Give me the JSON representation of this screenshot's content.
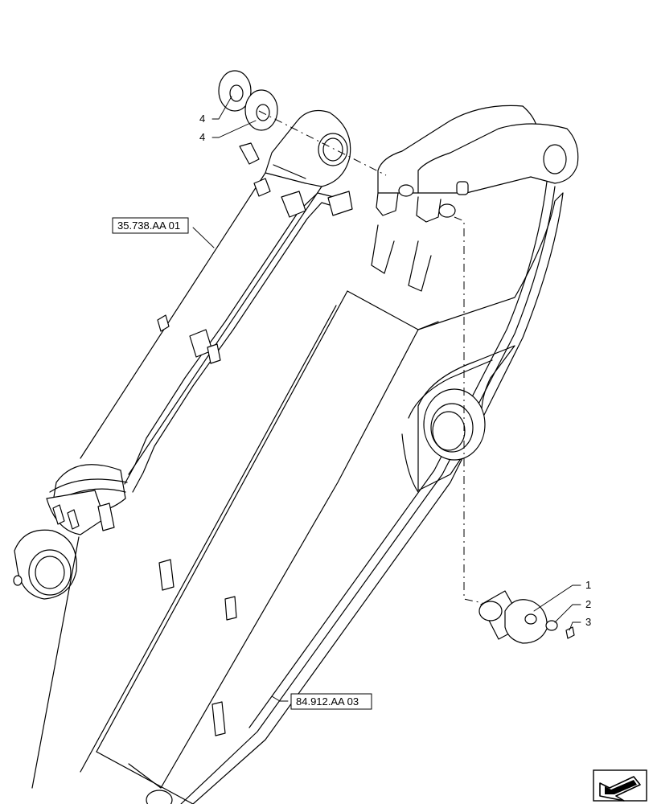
{
  "callouts": {
    "c1": "1",
    "c2": "2",
    "c3": "3",
    "c4a": "4",
    "c4b": "4"
  },
  "references": {
    "cylinder": "35.738.AA 01",
    "boom": "84.912.AA 03"
  },
  "nav_icon": "next-page-arrow-icon"
}
